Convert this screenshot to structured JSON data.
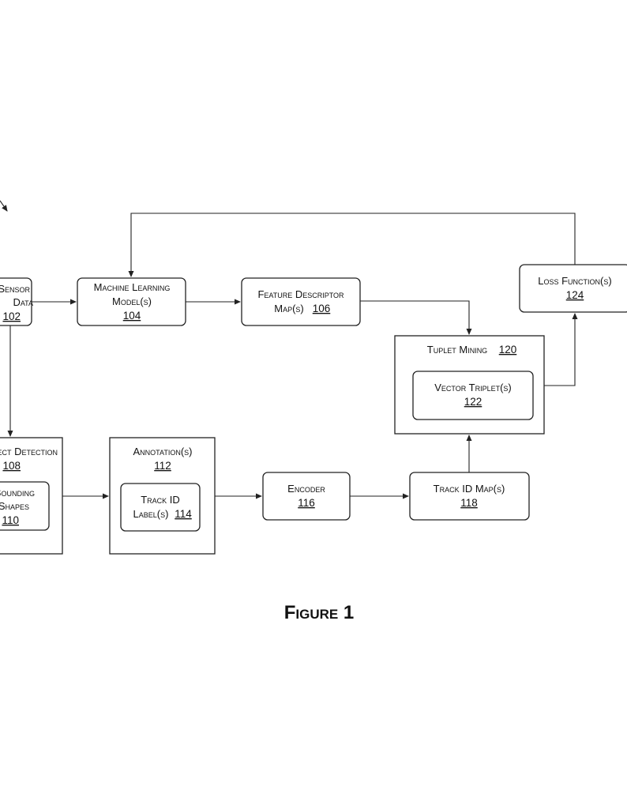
{
  "figure_label": "Figure 1",
  "nodes": {
    "sensor_data": {
      "line1": "Sensor",
      "line2": "Data",
      "ref": "102"
    },
    "ml_model": {
      "line1": "Machine Learning",
      "line2": "Model(s)",
      "ref": "104"
    },
    "feature_map": {
      "line1": "Feature Descriptor",
      "line2": "Map(s)",
      "ref": "106"
    },
    "loss_function": {
      "line1": "Loss Function(s)",
      "ref": "124"
    },
    "tuplet_mining": {
      "line1": "Tuplet Mining",
      "ref": "120"
    },
    "vector_triplet": {
      "line1": "Vector Triplet(s)",
      "ref": "122"
    },
    "object_detection": {
      "line1": "Object Detection",
      "ref": "108"
    },
    "bounding_shapes": {
      "line1": "Bounding",
      "line2": "Shapes",
      "ref": "110"
    },
    "annotation": {
      "line1": "Annotation(s)",
      "ref": "112"
    },
    "track_id_label": {
      "line1": "Track ID",
      "line2": "Label(s)",
      "ref": "114"
    },
    "encoder": {
      "line1": "Encoder",
      "ref": "116"
    },
    "track_id_map": {
      "line1": "Track ID Map(s)",
      "ref": "118"
    }
  }
}
